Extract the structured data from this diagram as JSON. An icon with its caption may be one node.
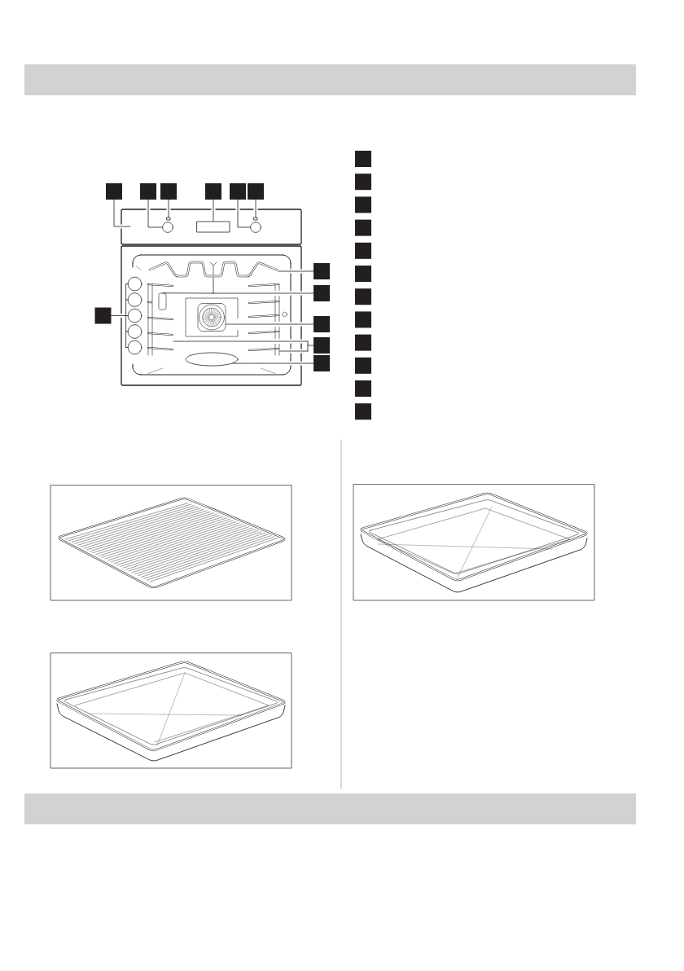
{
  "diagram": {
    "nodes": [
      {
        "text": [],
        "shape": "bar"
      },
      {
        "text": [],
        "shape": "box"
      },
      {
        "text": [],
        "shape": "box"
      },
      {
        "text": [],
        "shape": "box"
      },
      {
        "text": [],
        "shape": "box"
      },
      {
        "text": [],
        "shape": "box"
      },
      {
        "text": [],
        "shape": "box"
      },
      {
        "text": [],
        "shape": "circle"
      },
      {
        "text": [],
        "shape": "box"
      },
      {
        "text": [],
        "shape": "box"
      },
      {
        "text": [],
        "shape": "circle"
      },
      {
        "text": [],
        "shape": "box"
      },
      {
        "text": [],
        "shape": "box"
      },
      {
        "text": [],
        "shape": "circle"
      },
      {
        "text": [],
        "shape": "circle"
      },
      {
        "text": [],
        "shape": "circle"
      },
      {
        "text": [],
        "shape": "circle"
      },
      {
        "text": [],
        "shape": "circle"
      },
      {
        "text": [],
        "shape": "box"
      },
      {
        "text": [],
        "shape": "box"
      },
      {
        "text": [],
        "shape": "box"
      },
      {
        "text": [],
        "shape": "box"
      },
      {
        "text": [],
        "shape": "box"
      },
      {
        "text": [],
        "shape": "picture"
      },
      {
        "text": [],
        "shape": "picture"
      },
      {
        "text": [],
        "shape": "box",
        "in": 24
      },
      {
        "text": [],
        "shape": "box"
      },
      {
        "text": [],
        "shape": "picture"
      },
      {
        "text": [],
        "shape": "ellipse"
      },
      {
        "text": [],
        "shape": "box"
      },
      {
        "text": [],
        "shape": "box"
      },
      {
        "text": [],
        "shape": "box"
      },
      {
        "text": [],
        "shape": "box"
      },
      {
        "text": [],
        "shape": "box"
      },
      {
        "text": [],
        "shape": "box"
      },
      {
        "text": [],
        "shape": "box"
      },
      {
        "text": [],
        "shape": "box"
      },
      {
        "text": [],
        "shape": "box"
      },
      {
        "text": [],
        "shape": "box"
      },
      {
        "text": [],
        "shape": "box"
      },
      {
        "text": [],
        "shape": "box"
      },
      {
        "text": [],
        "shape": "bar"
      }
    ],
    "edges": [
      {
        "from": 1,
        "to": null,
        "arrow": "none"
      },
      {
        "from": 2,
        "to": 7,
        "arrow": "none"
      },
      {
        "from": 3,
        "to": 8,
        "arrow": "none"
      },
      {
        "from": 4,
        "to": 9,
        "arrow": "none"
      },
      {
        "from": 5,
        "to": 10,
        "arrow": "none"
      },
      {
        "from": 6,
        "to": 11,
        "arrow": "none"
      },
      {
        "from": 12,
        "to": 13,
        "arrow": "none"
      },
      {
        "from": 12,
        "to": 14,
        "arrow": "none"
      },
      {
        "from": 12,
        "to": 15,
        "arrow": "none"
      },
      {
        "from": 12,
        "to": 16,
        "arrow": "none"
      },
      {
        "from": 12,
        "to": 17,
        "arrow": "none"
      },
      {
        "from": 18,
        "to": 23,
        "arrow": "none"
      },
      {
        "from": 19,
        "to": 25,
        "arrow": "none"
      },
      {
        "from": 19,
        "to": 23,
        "arrow": "none"
      },
      {
        "from": 20,
        "to": 26,
        "arrow": "none"
      },
      {
        "from": 21,
        "to": 24,
        "arrow": "none"
      },
      {
        "from": 21,
        "to": 27,
        "arrow": "none"
      },
      {
        "from": 22,
        "to": 28,
        "arrow": "none"
      }
    ]
  }
}
